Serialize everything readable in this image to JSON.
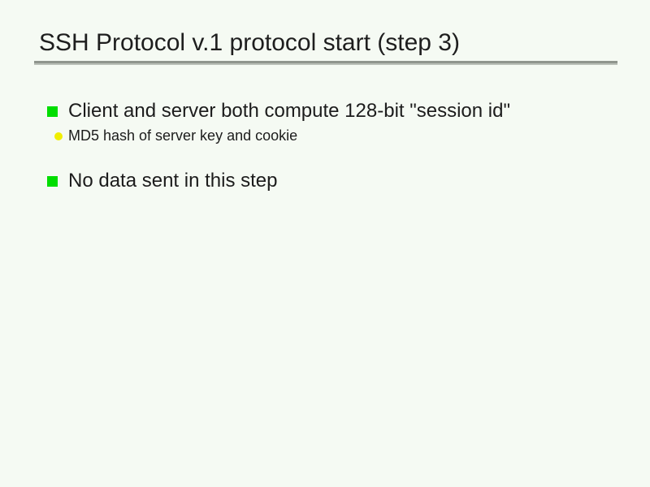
{
  "slide": {
    "title": "SSH Protocol v.1 protocol start (step 3)",
    "bullets": [
      {
        "level": 1,
        "marker": "green-square",
        "text": "Client and server both compute 128-bit \"session id\""
      },
      {
        "level": 2,
        "marker": "yellow-dot",
        "text": "MD5 hash of server key and cookie"
      },
      {
        "level": 1,
        "marker": "green-square",
        "text": "No data sent in this step"
      }
    ],
    "colors": {
      "background": "#f5faf3",
      "title_text": "#1e1e1e",
      "body_text": "#1c1c1c",
      "bullet_green": "#00dd00",
      "bullet_yellow": "#f0ee00",
      "rule_gray": "#8f958d",
      "rule_gray_light": "#b9bfb7"
    }
  }
}
